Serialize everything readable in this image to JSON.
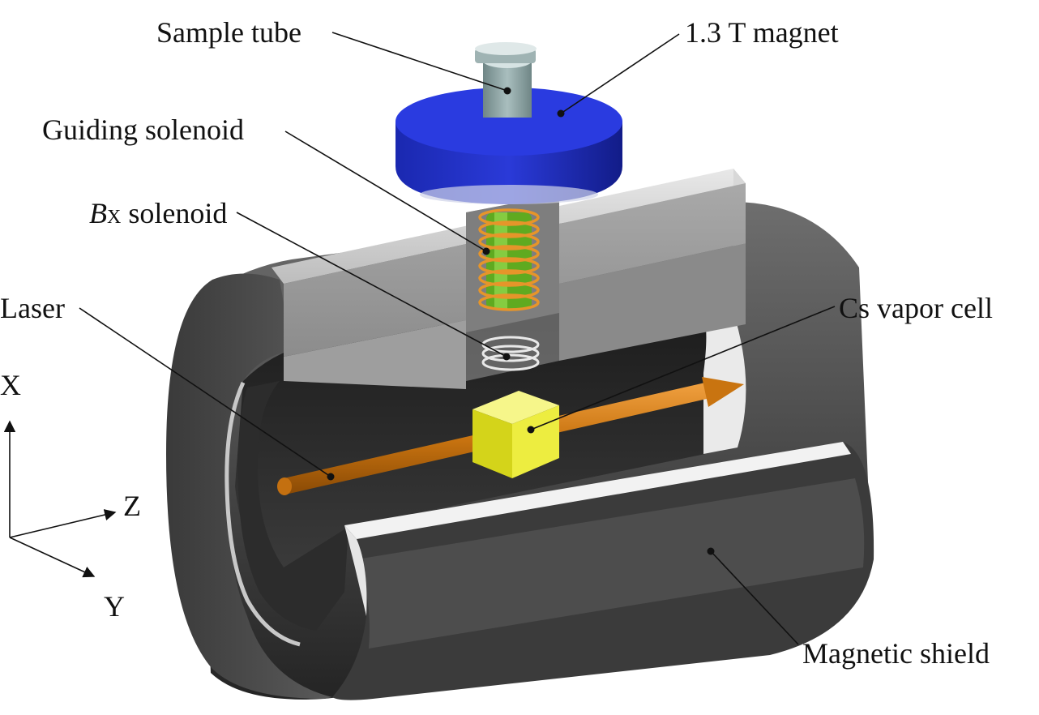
{
  "labels": {
    "sample_tube": "Sample tube",
    "magnet": "1.3 T magnet",
    "guiding_solenoid": "Guiding solenoid",
    "bx_solenoid_symbol": "B",
    "bx_solenoid_subscript": "X",
    "bx_solenoid_text": " solenoid",
    "laser": "Laser",
    "cs_vapor_cell": "Cs vapor cell",
    "magnetic_shield": "Magnetic shield"
  },
  "axes": {
    "x": "X",
    "y": "Y",
    "z": "Z"
  },
  "colors": {
    "magnet": "#2233cc",
    "magnet_dark": "#13208f",
    "tube": "#8fa6a6",
    "coil": "#e6952a",
    "coil_core": "#6fbf2a",
    "shield_light": "#9a9a9a",
    "shield_dark": "#2a2a2a",
    "cell": "#e8e82a",
    "laser": "#c97410"
  }
}
